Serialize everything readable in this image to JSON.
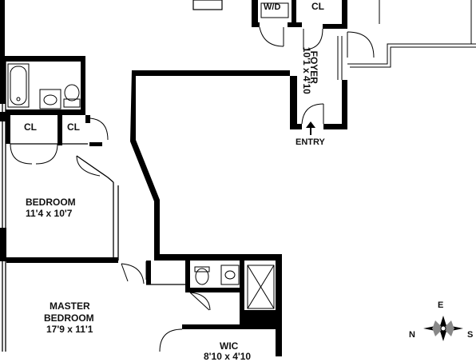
{
  "rooms": {
    "wd": "W/D",
    "cl_top": "CL",
    "foyer_name": "FOYER",
    "foyer_dim": "10'1 x 4'10",
    "entry": "ENTRY",
    "cl_left": "CL",
    "cl_right": "CL",
    "bedroom_name": "BEDROOM",
    "bedroom_dim": "11'4 x 10'7",
    "master_name": "MASTER",
    "master_name2": "BEDROOM",
    "master_dim": "17'9 x 11'1",
    "wic_name": "WIC",
    "wic_dim": "8'10 x 4'10"
  },
  "compass": {
    "north": "N",
    "east": "E",
    "south": "S"
  }
}
